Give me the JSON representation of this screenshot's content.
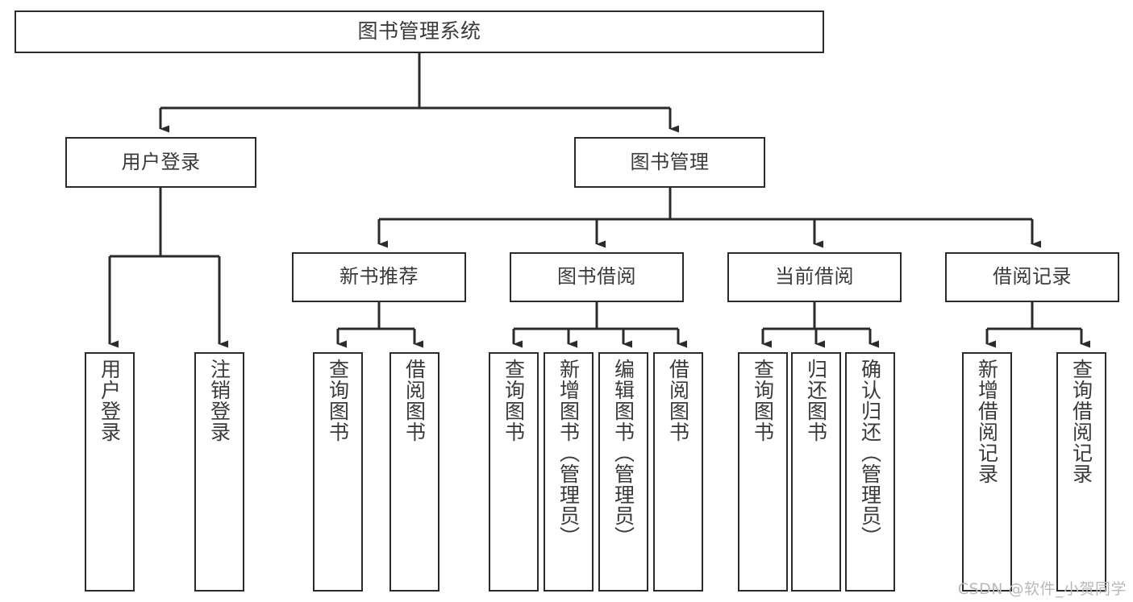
{
  "diagram": {
    "type": "tree-hierarchy-diagram",
    "title": "图书管理系统",
    "stroke_color": "#2b2b2b",
    "text_color": "#3a3a3a",
    "background": "#ffffff",
    "levels": {
      "root": {
        "label": "图书管理系统"
      },
      "level2": [
        {
          "label": "用户登录"
        },
        {
          "label": "图书管理"
        }
      ],
      "level3": [
        {
          "label": "新书推荐"
        },
        {
          "label": "图书借阅"
        },
        {
          "label": "当前借阅"
        },
        {
          "label": "借阅记录"
        }
      ],
      "level4": {
        "user_login": [
          {
            "label": "用户登录"
          },
          {
            "label": "注销登录"
          }
        ],
        "new_book_recommend": [
          {
            "label": "查询图书"
          },
          {
            "label": "借阅图书"
          }
        ],
        "book_borrow": [
          {
            "label": "查询图书"
          },
          {
            "label": "新增图书（管理员）"
          },
          {
            "label": "编辑图书（管理员）"
          },
          {
            "label": "借阅图书"
          }
        ],
        "current_borrow": [
          {
            "label": "查询图书"
          },
          {
            "label": "归还图书"
          },
          {
            "label": "确认归还（管理员）"
          }
        ],
        "borrow_record": [
          {
            "label": "新增借阅记录"
          },
          {
            "label": "查询借阅记录"
          }
        ]
      }
    }
  },
  "watermark": {
    "text": "CSDN @软件_小贺同学"
  }
}
